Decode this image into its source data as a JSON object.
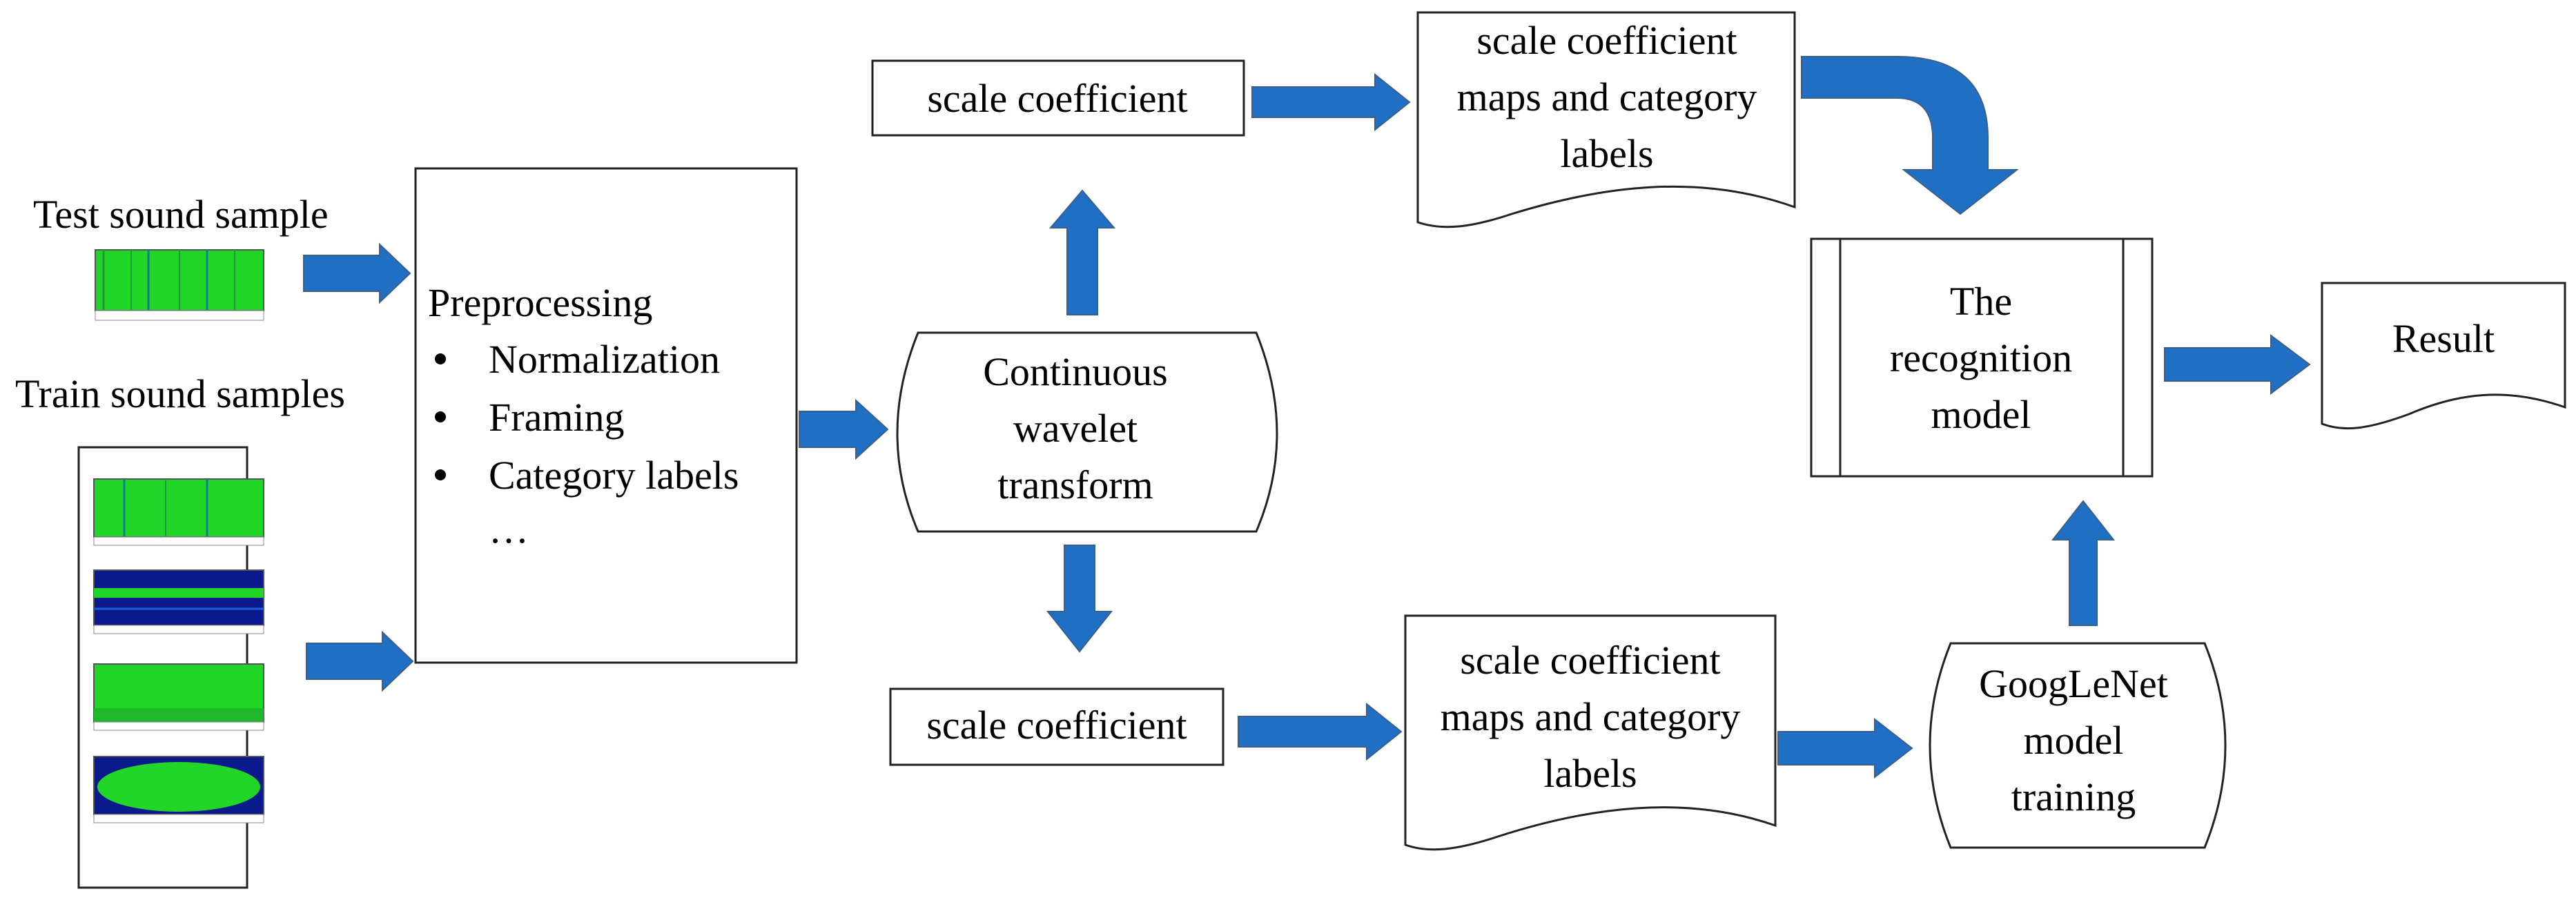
{
  "colors": {
    "arrow": "#1F6FC5",
    "arrow_edge": "#3A5F8A",
    "spectrogram_green": "#22D628",
    "spectrogram_blue": "#0A1A8C",
    "stroke": "#222222"
  },
  "inputs": {
    "test_label": "Test sound sample",
    "train_label": "Train sound samples"
  },
  "preprocessing": {
    "title": "Preprocessing",
    "items": [
      "Normalization",
      "Framing",
      "Category labels"
    ],
    "ellipsis": "…"
  },
  "cwt": {
    "lines": [
      "Continuous",
      "wavelet",
      "transform"
    ]
  },
  "top_branch": {
    "coef_label": "scale coefficient",
    "maps_lines": [
      "scale coefficient",
      "maps and category",
      "labels"
    ]
  },
  "bottom_branch": {
    "coef_label": "scale coefficient",
    "maps_lines": [
      "scale coefficient",
      "maps and category",
      "labels"
    ]
  },
  "googlenet": {
    "lines": [
      "GoogLeNet",
      "model",
      "training"
    ]
  },
  "recognition": {
    "lines": [
      "The",
      "recognition",
      "model"
    ]
  },
  "result": {
    "label": "Result"
  },
  "icons": {
    "flow_arrow": "block-arrow-icon",
    "bullet": "bullet-icon",
    "spectrogram": "spectrogram-thumbnail"
  }
}
